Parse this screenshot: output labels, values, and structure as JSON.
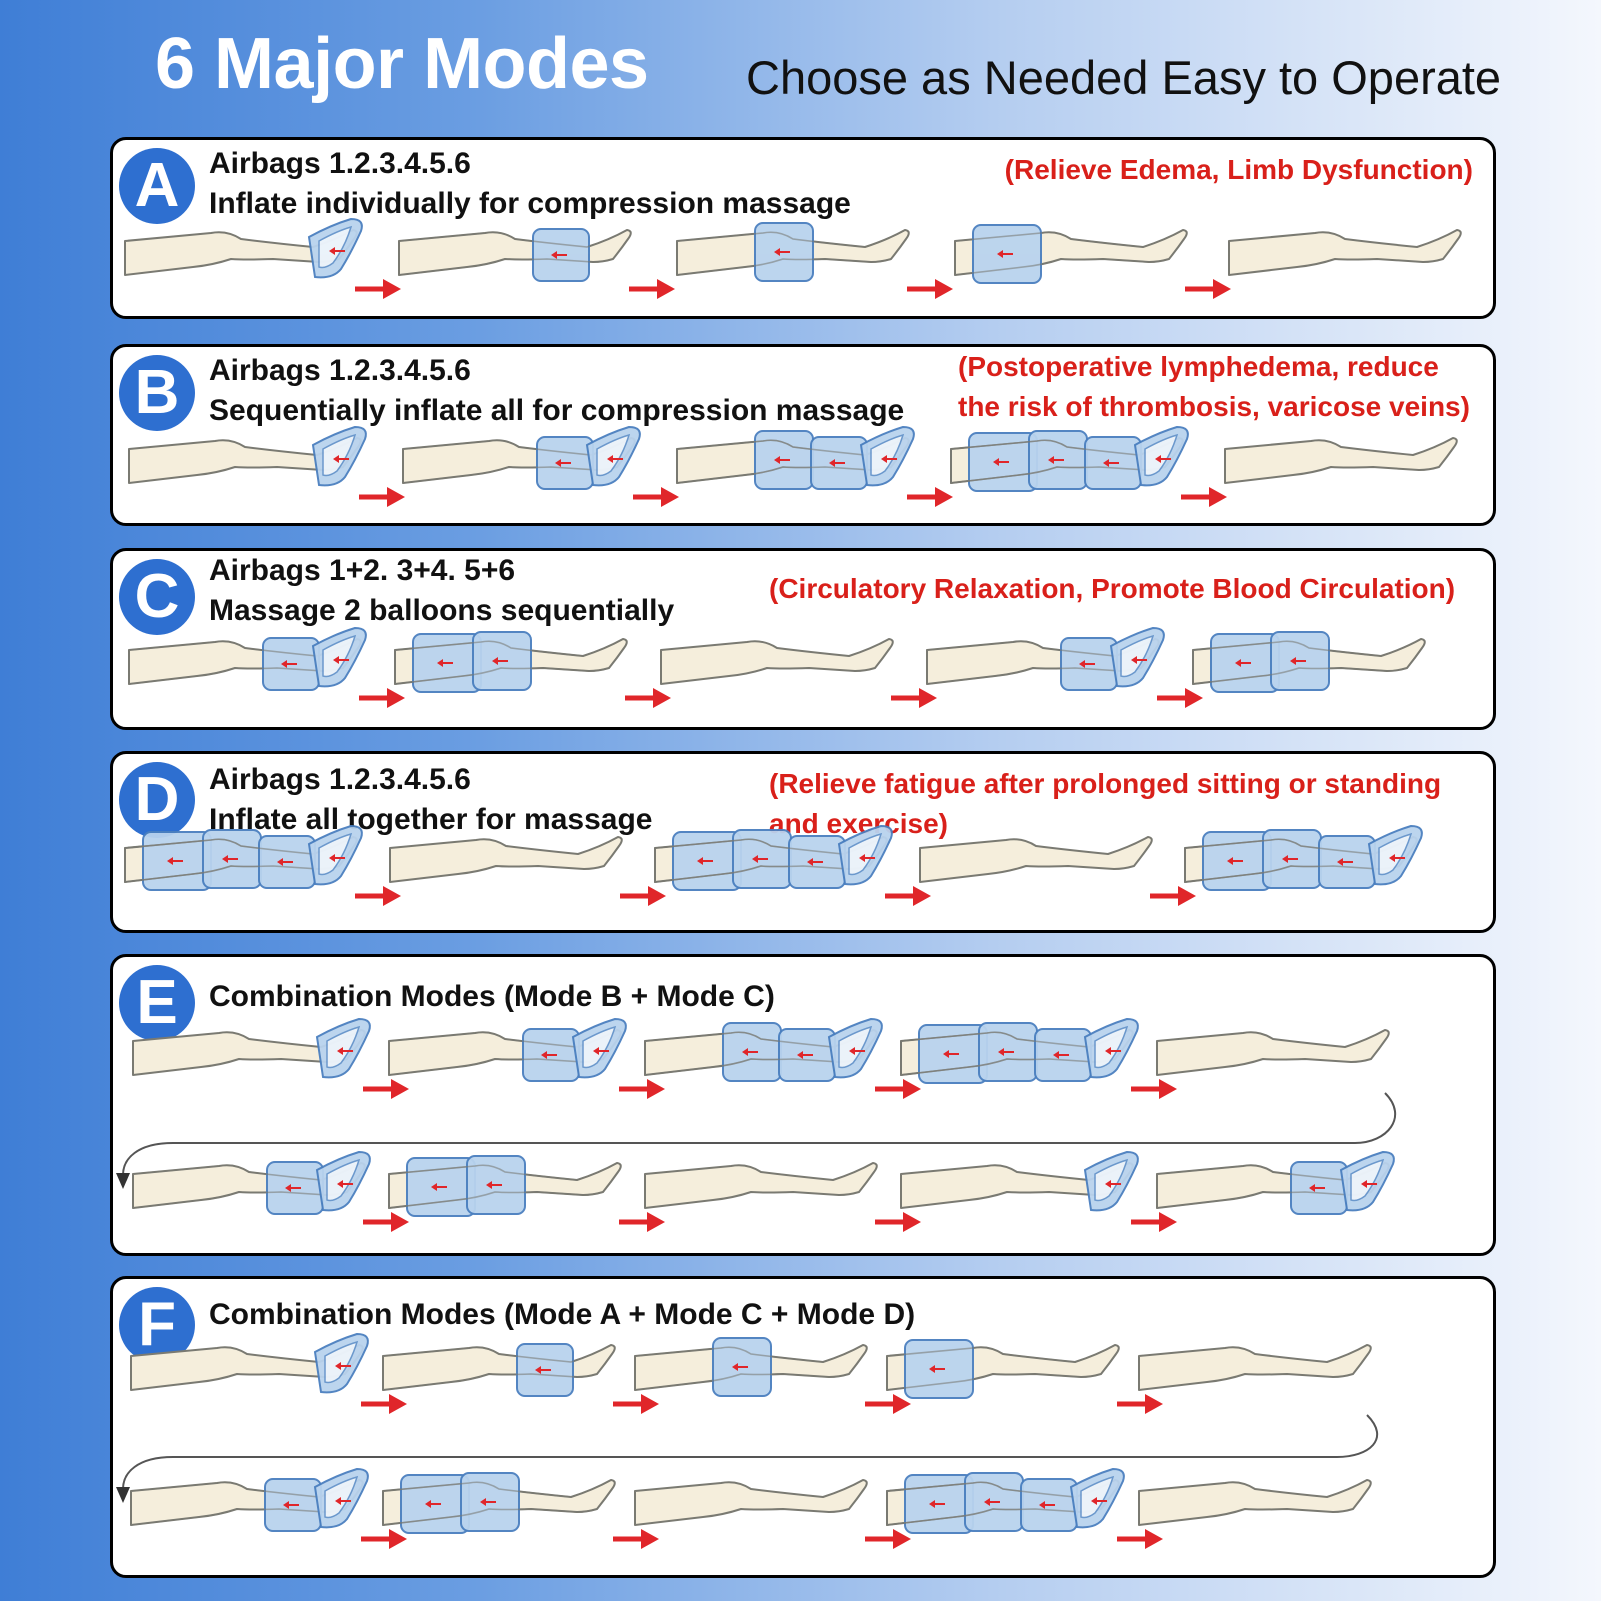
{
  "header": {
    "title": "6 Major Modes",
    "subtitle": "Choose as Needed Easy to Operate"
  },
  "colors": {
    "badge": "#2e6fd0",
    "benefit_text": "#d9201a",
    "arrow": "#e0262a",
    "airbag_fill": "#b9d3ee",
    "airbag_stroke": "#4a7fbf",
    "leg_fill": "#f5eedc",
    "leg_stroke": "#7a7a72"
  },
  "modes": [
    {
      "letter": "A",
      "line1": "Airbags 1.2.3.4.5.6",
      "line2": "Inflate individually for compression massage",
      "benefit": "(Relieve Edema, Limb Dysfunction)",
      "frames": [
        [
          "foot"
        ],
        [
          "calf"
        ],
        [
          "knee"
        ],
        [
          "thigh"
        ],
        []
      ]
    },
    {
      "letter": "B",
      "line1": "Airbags 1.2.3.4.5.6",
      "line2": "Sequentially inflate all for compression massage",
      "benefit_lines": [
        "(Postoperative lymphedema, reduce",
        "the risk of thrombosis, varicose veins)"
      ],
      "frames": [
        [
          "foot"
        ],
        [
          "foot",
          "calf"
        ],
        [
          "foot",
          "calf",
          "knee"
        ],
        [
          "foot",
          "calf",
          "knee",
          "thigh"
        ],
        []
      ]
    },
    {
      "letter": "C",
      "line1": "Airbags 1+2. 3+4. 5+6",
      "line2": "Massage 2 balloons sequentially",
      "benefit": "(Circulatory Relaxation, Promote Blood Circulation)",
      "frames": [
        [
          "foot",
          "calf"
        ],
        [
          "knee",
          "thigh"
        ],
        [],
        [
          "foot",
          "calf"
        ],
        [
          "knee",
          "thigh"
        ]
      ]
    },
    {
      "letter": "D",
      "line1": "Airbags 1.2.3.4.5.6",
      "line2": "Inflate all together for massage",
      "benefit_lines": [
        "(Relieve fatigue after prolonged sitting or standing",
        "and exercise)"
      ],
      "frames": [
        [
          "foot",
          "calf",
          "knee",
          "thigh"
        ],
        [],
        [
          "foot",
          "calf",
          "knee",
          "thigh"
        ],
        [],
        [
          "foot",
          "calf",
          "knee",
          "thigh"
        ]
      ]
    },
    {
      "letter": "E",
      "line1": "Combination Modes (Mode B + Mode C)",
      "rows": [
        [
          [
            "foot"
          ],
          [
            "foot",
            "calf"
          ],
          [
            "foot",
            "calf",
            "knee"
          ],
          [
            "foot",
            "calf",
            "knee",
            "thigh"
          ],
          []
        ],
        [
          [
            "foot",
            "calf"
          ],
          [
            "knee",
            "thigh"
          ],
          [],
          [
            "foot"
          ],
          [
            "foot",
            "calf"
          ]
        ]
      ]
    },
    {
      "letter": "F",
      "line1": "Combination Modes (Mode A + Mode C + Mode D)",
      "rows": [
        [
          [
            "foot"
          ],
          [
            "calf"
          ],
          [
            "knee"
          ],
          [
            "thigh"
          ],
          []
        ],
        [
          [
            "foot",
            "calf"
          ],
          [
            "knee",
            "thigh"
          ],
          [],
          [
            "foot",
            "calf",
            "knee",
            "thigh"
          ],
          []
        ]
      ]
    }
  ]
}
